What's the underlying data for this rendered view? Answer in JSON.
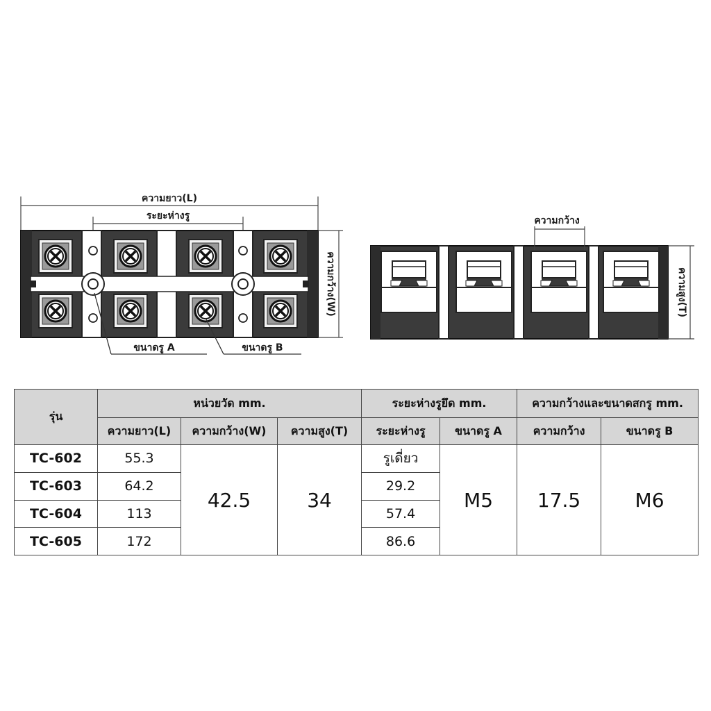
{
  "diagram": {
    "top_view": {
      "length_label": "ความยาว(L)",
      "hole_spacing_label": "ระยะห่างรู",
      "width_label": "ความกว้าง(W)",
      "hole_a_label": "ขนาดรู A",
      "hole_b_label": "ขนาดรู B"
    },
    "side_view": {
      "terminal_width_label": "ความกว้าง",
      "height_label": "ความสูง(T)"
    }
  },
  "table": {
    "model_header": "รุ่น",
    "group_headers": [
      "หน่วยวัด mm.",
      "ระยะห่างรูยึด mm.",
      "ความกว้างและขนาดสกรู mm."
    ],
    "sub_headers": [
      "ความยาว(L)",
      "ความกว้าง(W)",
      "ความสูง(T)",
      "ระยะห่างรู",
      "ขนาดรู A",
      "ความกว้าง",
      "ขนาดรู B"
    ],
    "rows": [
      {
        "model": "TC-602",
        "length": "55.3",
        "hole_spacing": "รูเดี่ยว"
      },
      {
        "model": "TC-603",
        "length": "64.2",
        "hole_spacing": "29.2"
      },
      {
        "model": "TC-604",
        "length": "113",
        "hole_spacing": "57.4"
      },
      {
        "model": "TC-605",
        "length": "172",
        "hole_spacing": "86.6"
      }
    ],
    "shared": {
      "width": "42.5",
      "height": "34",
      "hole_a": "M5",
      "terminal_width": "17.5",
      "hole_b": "M6"
    }
  }
}
